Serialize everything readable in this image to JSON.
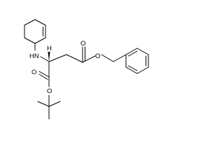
{
  "molecule": {
    "atoms": {
      "nh": "HN",
      "h_stereo": "H",
      "o_ester_link": "O",
      "o_carbonyl_upper": "O",
      "o_carbonyl_lower": "O",
      "o_tbu_link": "O"
    },
    "ring_names": [
      "cyclohexene",
      "phenyl"
    ],
    "group_names": [
      "benzyl-ester",
      "tert-butyl-ester",
      "stereocenter-wedge"
    ]
  },
  "colors": {
    "background": "#ffffff",
    "ink": "#000000"
  }
}
